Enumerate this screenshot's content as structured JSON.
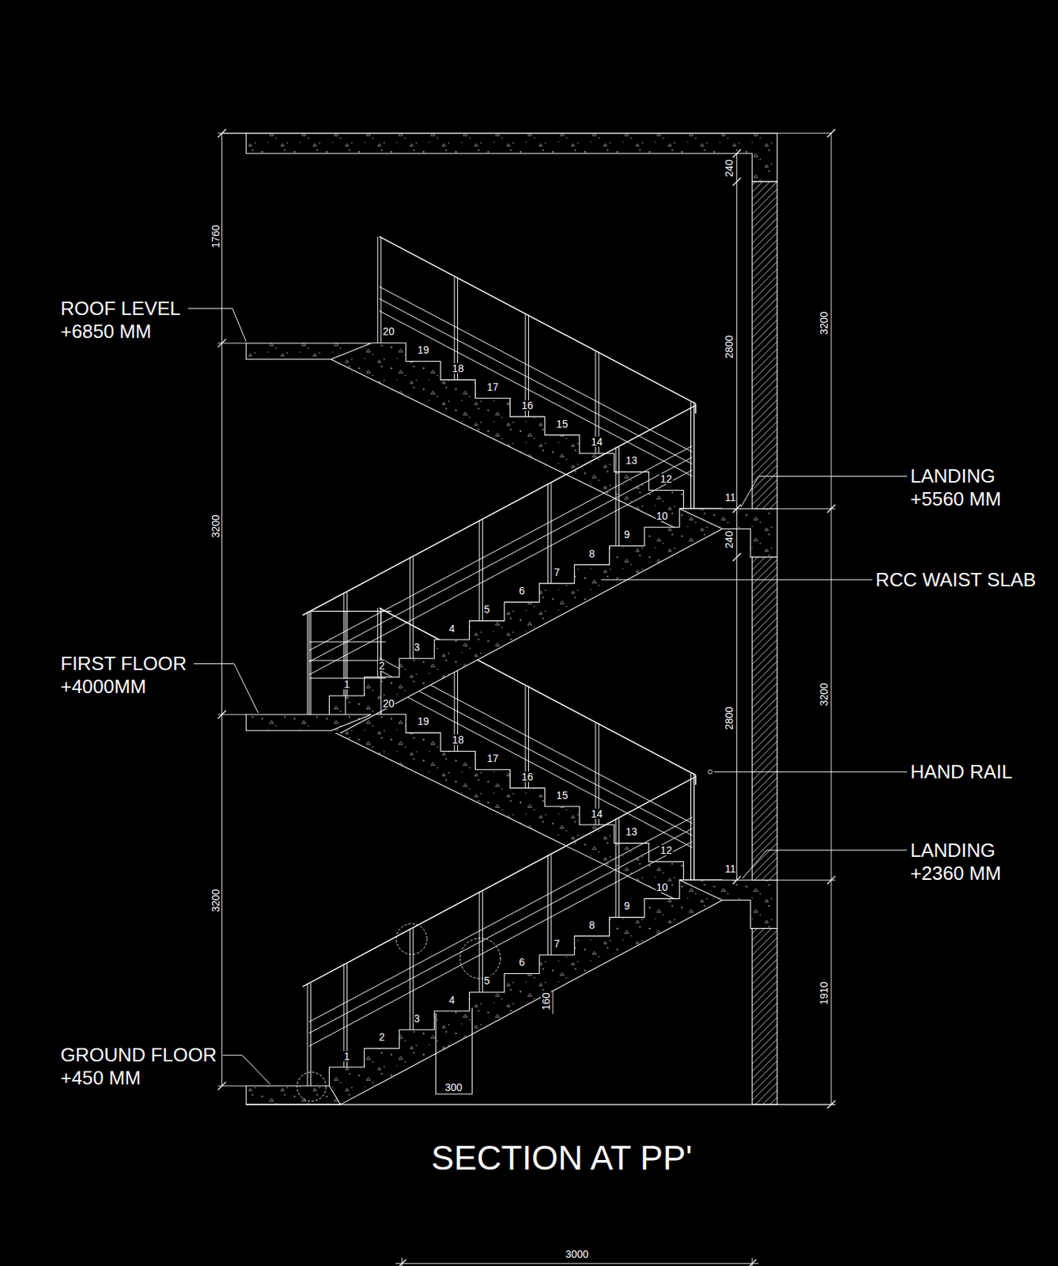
{
  "diagram": {
    "title": "SECTION AT PP'",
    "labels": [
      "ROOF LEVEL +6850 MM",
      "LANDING +5560 MM",
      "RCC WAIST SLAB",
      "FIRST FLOOR +4000MM",
      "HAND RAIL",
      "LANDING +2360 MM",
      "GROUND FLOOR +450 MM",
      "1760",
      "3200",
      "3200",
      "240",
      "2800",
      "240",
      "2800",
      "3200",
      "3200",
      "1910",
      "160",
      "300",
      "3000",
      "1",
      "2",
      "3",
      "4",
      "5",
      "6",
      "7",
      "8",
      "9",
      "10",
      "11",
      "12",
      "13",
      "14",
      "15",
      "16",
      "17",
      "18",
      "19",
      "20",
      "1",
      "2",
      "3",
      "4",
      "5",
      "6",
      "7",
      "8",
      "9",
      "10",
      "11",
      "12",
      "13",
      "14",
      "15",
      "16",
      "17",
      "18",
      "19",
      "20"
    ]
  }
}
